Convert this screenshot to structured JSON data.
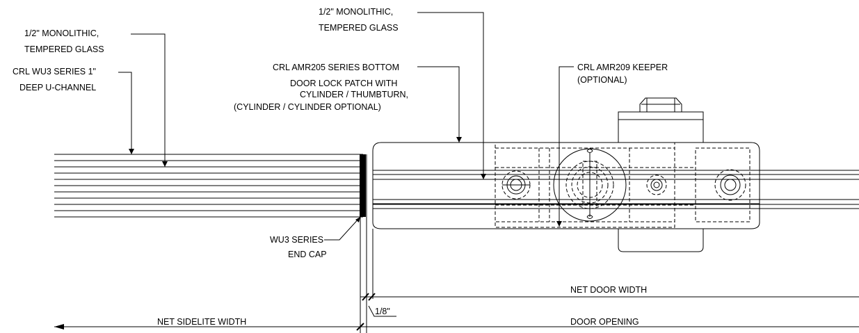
{
  "callouts": {
    "glass_left": [
      "1/2\" MONOLITHIC,",
      "TEMPERED GLASS"
    ],
    "uchannel": [
      "CRL WU3 SERIES 1\"",
      "DEEP U-CHANNEL"
    ],
    "glass_right": [
      "1/2\" MONOLITHIC,",
      "TEMPERED GLASS"
    ],
    "lock_patch": [
      "CRL AMR205 SERIES BOTTOM",
      "DOOR LOCK PATCH WITH",
      "CYLINDER / THUMBTURN,",
      "(CYLINDER / CYLINDER OPTIONAL)"
    ],
    "keeper": [
      "CRL AMR209 KEEPER",
      "(OPTIONAL)"
    ],
    "end_cap": [
      "WU3 SERIES",
      "END CAP"
    ]
  },
  "dimensions": {
    "net_door_width": "NET DOOR WIDTH",
    "gap": "1/8\"",
    "net_sidelite_width": "NET SIDELITE WIDTH",
    "door_opening": "DOOR OPENING"
  }
}
